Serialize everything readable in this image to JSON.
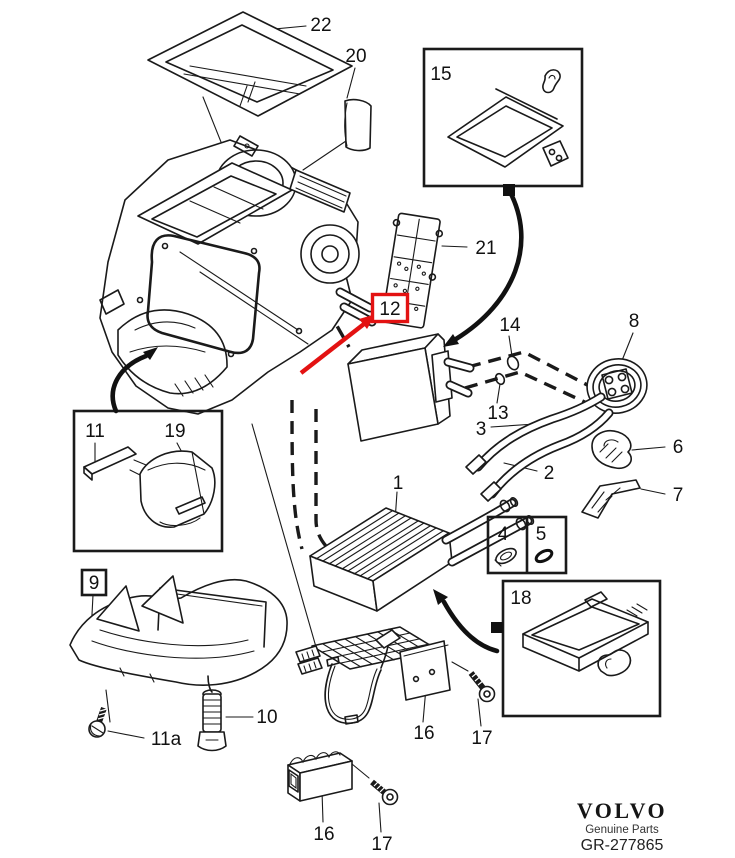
{
  "figure": {
    "highlight_color": "#e31212",
    "callouts": {
      "c22": "22",
      "c20": "20",
      "c15": "15",
      "c21": "21",
      "c12": "12",
      "c14": "14",
      "c13": "13",
      "c8": "8",
      "c3": "3",
      "c2": "2",
      "c6": "6",
      "c7": "7",
      "c1": "1",
      "c4": "4",
      "c5": "5",
      "c18": "18",
      "c11": "11",
      "c19": "19",
      "c9": "9",
      "c10": "10",
      "c11a": "11a",
      "c16_mid": "16",
      "c17_mid": "17",
      "c16_bottom": "16",
      "c17_bottom": "17"
    },
    "footer": {
      "brand": "VOLVO",
      "tagline": "Genuine Parts",
      "doc_number": "GR-277865"
    }
  }
}
